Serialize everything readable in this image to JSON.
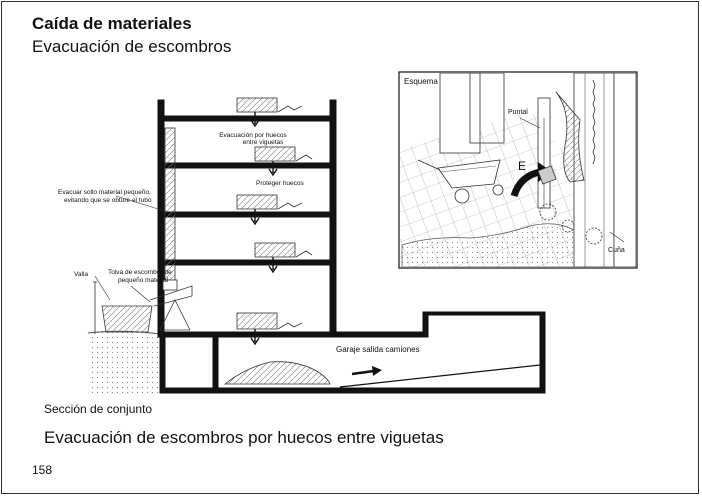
{
  "header": {
    "title": "Caída de materiales",
    "subtitle": "Evacuación de escombros"
  },
  "diagram": {
    "label_evac_huecos_1": "Evacuación por huecos",
    "label_evac_huecos_2": "entre viguetas",
    "label_proteger": "Proteger huecos",
    "label_evacuar_1": "Evacuar sollo material pequeño,",
    "label_evacuar_2": "evitando que se obture el tubo",
    "label_valla": "Valla",
    "label_tolva_1": "Tolva de escombro de",
    "label_tolva_2": "pequeño material",
    "label_garaje": "Garaje salida camiones",
    "inset": {
      "label_esquema": "Esquema",
      "label_puntal": "Puntal",
      "label_e": "E",
      "label_cuna": "Cuña"
    }
  },
  "footer": {
    "caption_small": "Sección de conjunto",
    "caption_big": "Evacuación de escombros por huecos entre viguetas",
    "page_number": "158"
  }
}
